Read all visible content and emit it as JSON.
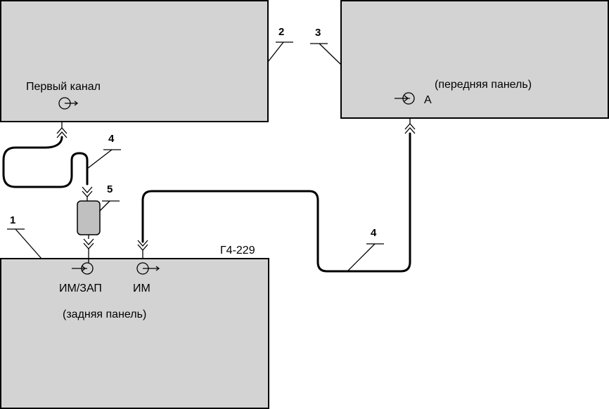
{
  "devices": {
    "generator": {
      "model": "Г4-229",
      "panel": "(задняя панель)",
      "connector_mod_sync": "ИМ/ЗАП",
      "connector_mod": "ИМ"
    },
    "device_2": {
      "connector": "Первый канал"
    },
    "device_3": {
      "panel": "(передняя панель)",
      "connector": "А"
    }
  },
  "callouts": {
    "c1": "1",
    "c2": "2",
    "c3": "3",
    "c4a": "4",
    "c4b": "4",
    "c5": "5"
  },
  "colors": {
    "panel_fill": "#d3d3d3",
    "attenuator_fill": "#c0c0c0",
    "line": "#000000"
  },
  "icons": {
    "output_connector": "coax-output-connector-icon",
    "input_connector": "coax-input-connector-icon",
    "cable_plug": "double-chevron-plug-icon"
  }
}
